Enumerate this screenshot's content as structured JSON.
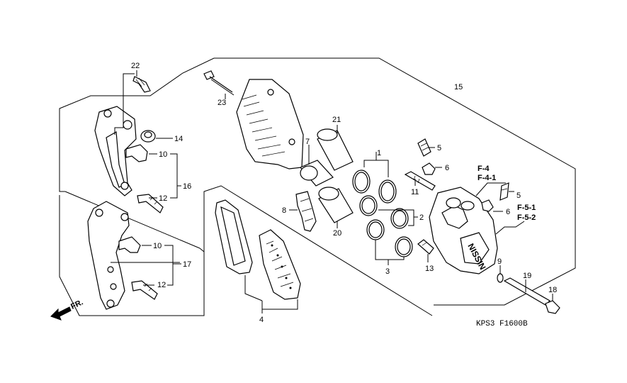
{
  "diagram": {
    "callouts": {
      "c22": "22",
      "c23": "23",
      "c21": "21",
      "c15": "15",
      "c14": "14",
      "c10a": "10",
      "c10b": "10",
      "c16": "16",
      "c12a": "12",
      "c12b": "12",
      "c17": "17",
      "c7": "7",
      "c1": "1",
      "c2": "2",
      "c3": "3",
      "c5a": "5",
      "c5b": "5",
      "c6a": "6",
      "c6b": "6",
      "c11": "11",
      "c8": "8",
      "c20": "20",
      "c13": "13",
      "c9": "9",
      "c19": "19",
      "c18": "18",
      "c4": "4"
    },
    "refs": {
      "f4": "F-4",
      "f41": "F-4-1",
      "f51": "F-5-1",
      "f52": "F-5-2"
    },
    "direction_label": "FR.",
    "caliper_brand": "NISSIN",
    "drawing_code": "KPS3 F1600B"
  }
}
